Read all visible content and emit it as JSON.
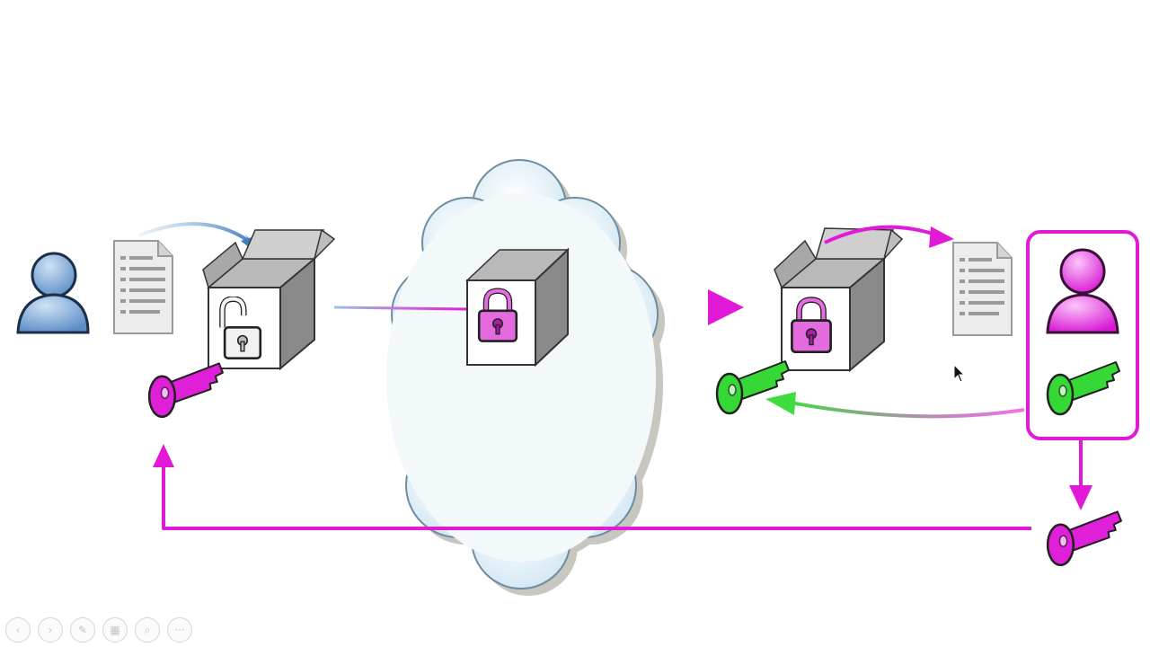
{
  "diagram": {
    "description_free": true,
    "colors": {
      "sender": "#6f9fd3",
      "recipient": "#e230e0",
      "public_key": "#e020d8",
      "private_key": "#35d835",
      "data_flow_arrow": "#e21ad8",
      "return_arrow": "#44dd44",
      "cloud": "#e4f0f7",
      "box_face": "#ffffff",
      "box_side": "#8a8a8a",
      "box_top": "#b9b9b9"
    },
    "icons": {
      "sender": "user-icon",
      "recipient": "user-icon",
      "document": "document-icon",
      "open_padlock": "unlocked-padlock-icon",
      "closed_padlock": "locked-padlock-icon",
      "key": "key-icon",
      "network": "cloud-icon"
    }
  },
  "toolbar": {
    "buttons": [
      {
        "name": "previous-slide-button",
        "glyph": "‹"
      },
      {
        "name": "next-slide-button",
        "glyph": "›"
      },
      {
        "name": "pen-tool-button",
        "glyph": "✎"
      },
      {
        "name": "slide-sorter-button",
        "glyph": "▦"
      },
      {
        "name": "zoom-button",
        "glyph": "⌕"
      },
      {
        "name": "more-options-button",
        "glyph": "···"
      }
    ]
  }
}
